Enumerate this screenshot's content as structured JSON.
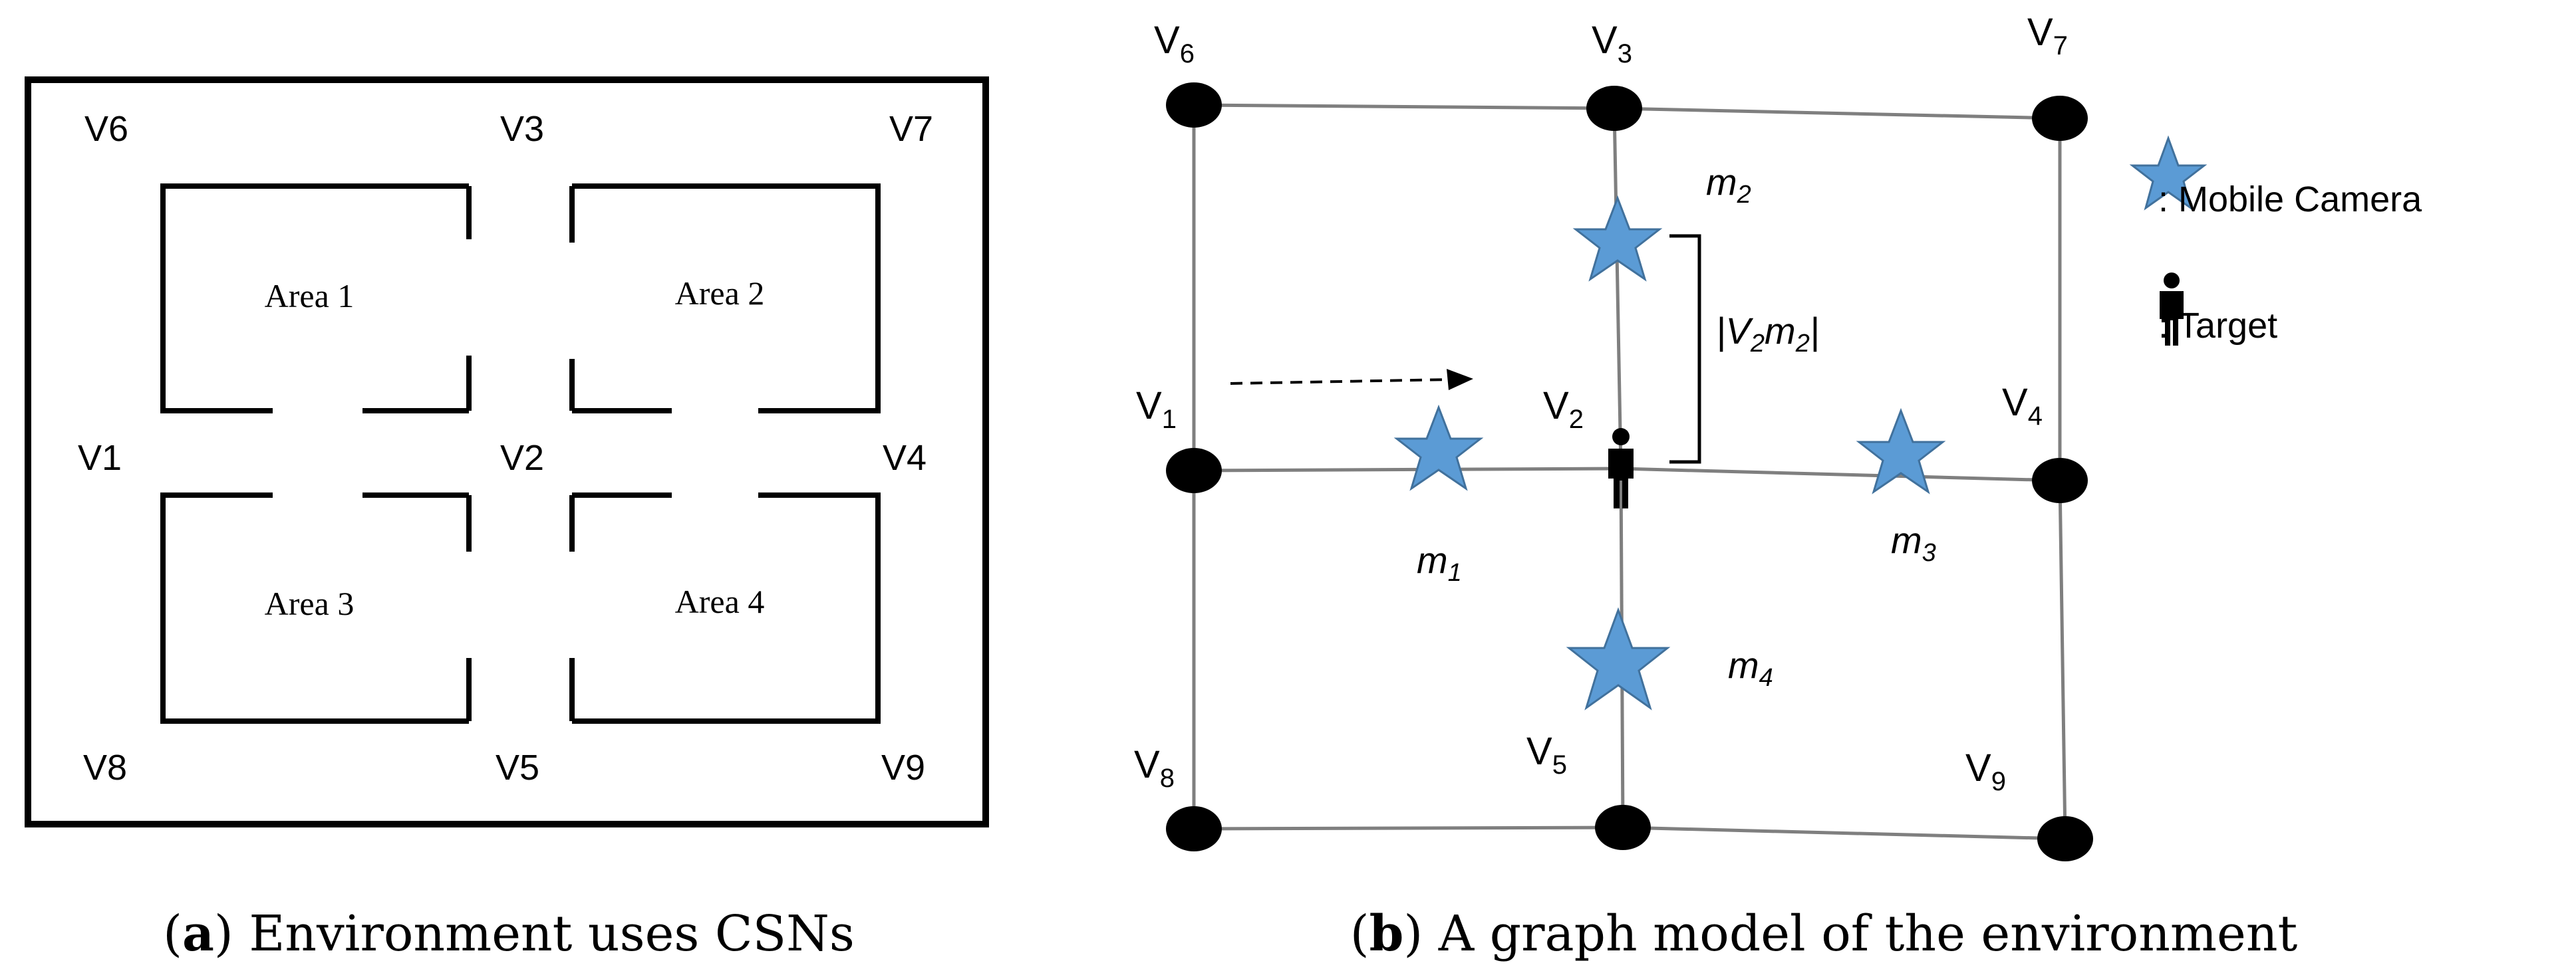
{
  "panel_a": {
    "caption_letter": "a",
    "caption_text": ") Environment uses CSNs",
    "caption_open": "(",
    "vertex_labels": [
      "V6",
      "V3",
      "V7",
      "V1",
      "V2",
      "V4",
      "V8",
      "V5",
      "V9"
    ],
    "areas": [
      "Area 1",
      "Area 2",
      "Area 3",
      "Area 4"
    ]
  },
  "panel_b": {
    "caption_open": "(",
    "caption_letter": "b",
    "caption_text": ") A graph model of the environment",
    "vertices": [
      {
        "id": "V1",
        "base": "V",
        "sub": "1"
      },
      {
        "id": "V2",
        "base": "V",
        "sub": "2"
      },
      {
        "id": "V3",
        "base": "V",
        "sub": "3"
      },
      {
        "id": "V4",
        "base": "V",
        "sub": "4"
      },
      {
        "id": "V5",
        "base": "V",
        "sub": "5"
      },
      {
        "id": "V6",
        "base": "V",
        "sub": "6"
      },
      {
        "id": "V7",
        "base": "V",
        "sub": "7"
      },
      {
        "id": "V8",
        "base": "V",
        "sub": "8"
      },
      {
        "id": "V9",
        "base": "V",
        "sub": "9"
      }
    ],
    "cameras": [
      {
        "base": "m",
        "sub": "1"
      },
      {
        "base": "m",
        "sub": "2"
      },
      {
        "base": "m",
        "sub": "3"
      },
      {
        "base": "m",
        "sub": "4"
      }
    ],
    "distance_label": {
      "open": "|V",
      "sub1": "2",
      "mid": "m",
      "sub2": "2",
      "close": "|"
    },
    "legend": {
      "camera_label": ": Mobile Camera",
      "target_label": ": Target"
    },
    "colors": {
      "camera": "#5b9bd5",
      "camera_stroke": "#41719c",
      "node": "#000000"
    }
  }
}
